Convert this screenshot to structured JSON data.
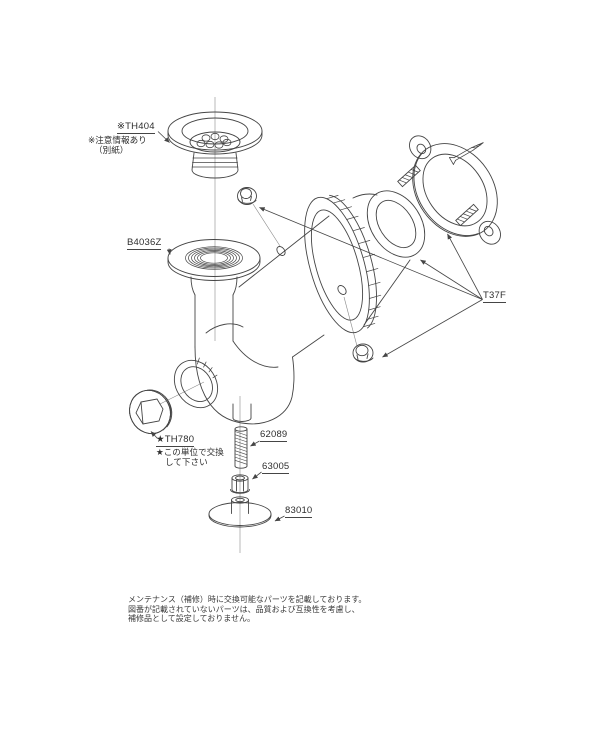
{
  "diagram": {
    "background": "#ffffff",
    "line_color": "#454545",
    "parts": {
      "strainer": {
        "label": "※TH404",
        "note_line1": "※注意情報あり",
        "note_line2": "（別紙）"
      },
      "flange_adapter": {
        "label": "B4036Z"
      },
      "wall_flange_set": {
        "label": "T37F"
      },
      "cleanout_cap": {
        "label": "★TH780",
        "note_line1": "★この単位で交換",
        "note_line2": "して下さい"
      },
      "rod": {
        "label": "62089"
      },
      "nut": {
        "label": "63005"
      },
      "base_plate": {
        "label": "83010"
      }
    },
    "footer": {
      "line1": "メンテナンス（補修）時に交換可能なパーツを記載しております。",
      "line2": "図番が記載されていないパーツは、品質および互換性を考慮し、",
      "line3": "補修品として設定しておりません。"
    }
  }
}
